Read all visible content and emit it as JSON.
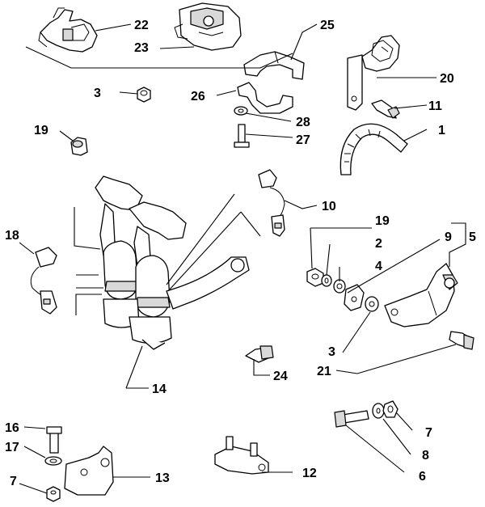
{
  "callouts": [
    {
      "id": "22",
      "text": "22"
    },
    {
      "id": "23",
      "text": "23"
    },
    {
      "id": "25",
      "text": "25"
    },
    {
      "id": "20",
      "text": "20"
    },
    {
      "id": "3a",
      "text": "3"
    },
    {
      "id": "26",
      "text": "26"
    },
    {
      "id": "11",
      "text": "11"
    },
    {
      "id": "28",
      "text": "28"
    },
    {
      "id": "19a",
      "text": "19"
    },
    {
      "id": "1",
      "text": "1"
    },
    {
      "id": "27",
      "text": "27"
    },
    {
      "id": "10",
      "text": "10"
    },
    {
      "id": "19b",
      "text": "19"
    },
    {
      "id": "9",
      "text": "9"
    },
    {
      "id": "5",
      "text": "5"
    },
    {
      "id": "18",
      "text": "18"
    },
    {
      "id": "2",
      "text": "2"
    },
    {
      "id": "4",
      "text": "4"
    },
    {
      "id": "3b",
      "text": "3"
    },
    {
      "id": "21",
      "text": "21"
    },
    {
      "id": "24",
      "text": "24"
    },
    {
      "id": "14",
      "text": "14"
    },
    {
      "id": "16",
      "text": "16"
    },
    {
      "id": "7a",
      "text": "7"
    },
    {
      "id": "17",
      "text": "17"
    },
    {
      "id": "8",
      "text": "8"
    },
    {
      "id": "13",
      "text": "13"
    },
    {
      "id": "12",
      "text": "12"
    },
    {
      "id": "7b",
      "text": "7"
    },
    {
      "id": "6",
      "text": "6"
    }
  ]
}
